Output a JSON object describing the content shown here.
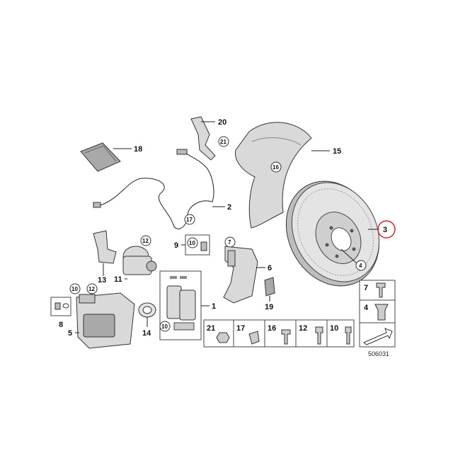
{
  "callouts": {
    "c1": "1",
    "c2": "2",
    "c3": "3",
    "c4": "4",
    "c5": "5",
    "c6": "6",
    "c7": "7",
    "c8": "8",
    "c9": "9",
    "c10": "10",
    "c11": "11",
    "c12": "12",
    "c13": "13",
    "c14": "14",
    "c15": "15",
    "c16": "16",
    "c17": "17",
    "c18": "18",
    "c19": "19",
    "c20": "20",
    "c21": "21"
  },
  "legend_row": [
    "21",
    "17",
    "16",
    "12",
    "10"
  ],
  "legend_col": [
    "7",
    "4"
  ],
  "doc_number": "506031",
  "highlight_color": "#e0232a"
}
